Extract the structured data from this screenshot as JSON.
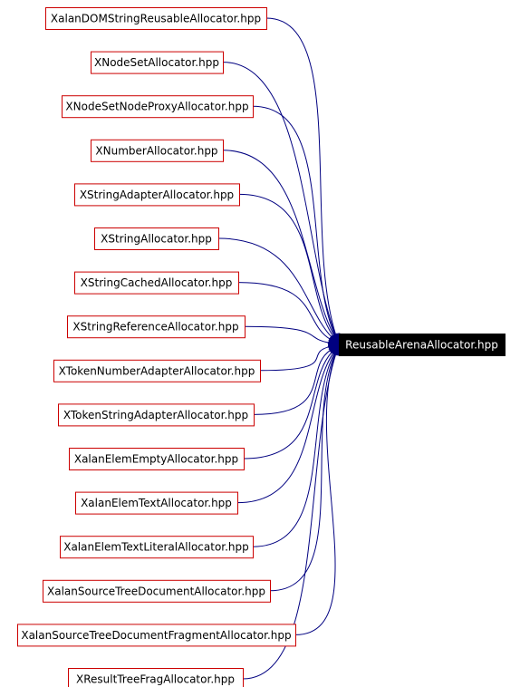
{
  "graph": {
    "target": "ReusableArenaAllocator.hpp",
    "sources": [
      "XalanDOMStringReusableAllocator.hpp",
      "XNodeSetAllocator.hpp",
      "XNodeSetNodeProxyAllocator.hpp",
      "XNumberAllocator.hpp",
      "XStringAdapterAllocator.hpp",
      "XStringAllocator.hpp",
      "XStringCachedAllocator.hpp",
      "XStringReferenceAllocator.hpp",
      "XTokenNumberAdapterAllocator.hpp",
      "XTokenStringAdapterAllocator.hpp",
      "XalanElemEmptyAllocator.hpp",
      "XalanElemTextAllocator.hpp",
      "XalanElemTextLiteralAllocator.hpp",
      "XalanSourceTreeDocumentAllocator.hpp",
      "XalanSourceTreeDocumentFragmentAllocator.hpp",
      "XResultTreeFragAllocator.hpp"
    ],
    "colors": {
      "node_border": "#cc0000",
      "edge": "#000080",
      "target_fill": "#000000",
      "target_text": "#ffffff"
    }
  }
}
